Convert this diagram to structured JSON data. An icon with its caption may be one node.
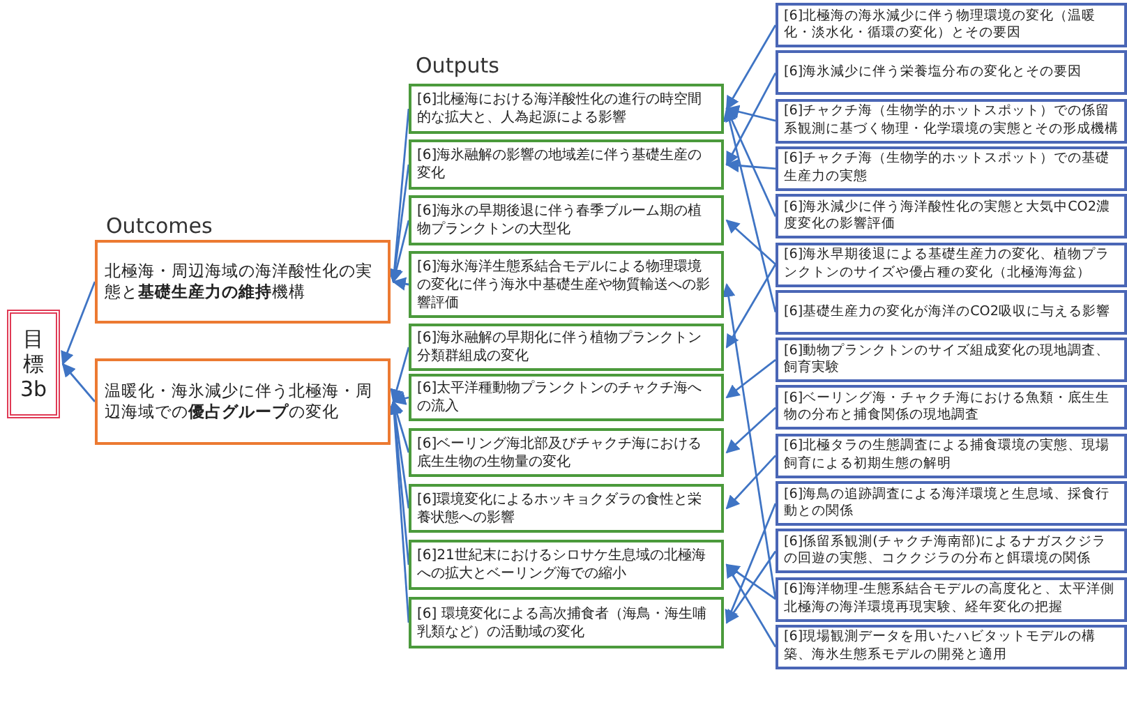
{
  "diagram": {
    "nodes": [
      {
        "text": [
          "目標3b"
        ]
      },
      {
        "text": [
          "北極海・周辺海域の海洋酸性化の実態と**基礎生産力の維持**機構"
        ]
      },
      {
        "text": [
          "温暖化・海氷減少に伴う北極海・周辺海域での**優占グループ**の変化"
        ]
      },
      {
        "text": [
          "[6]北極海における海洋酸性化の進行の時空間的な拡大と、人為起源による影響"
        ]
      },
      {
        "text": [
          "[6]海氷融解の影響の地域差に伴う基礎生産の変化"
        ]
      },
      {
        "text": [
          "[6]海氷の早期後退に伴う春季ブルーム期の植物プランクトンの大型化"
        ]
      },
      {
        "text": [
          "[6]海氷海洋生態系結合モデルによる物理環境の変化に伴う海氷中基礎生産や物質輸送への影響評価"
        ]
      },
      {
        "text": [
          "[6]海氷融解の早期化に伴う植物プランクトン分類群組成の変化"
        ]
      },
      {
        "text": [
          "[6]太平洋種動物プランクトンのチャクチ海への流入"
        ]
      },
      {
        "text": [
          "[6]ベーリング海北部及びチャクチ海における底生生物の生物量の変化"
        ]
      },
      {
        "text": [
          "[6]環境変化によるホッキョクダラの食性と栄養状態への影響"
        ]
      },
      {
        "text": [
          "[6]21世紀末におけるシロサケ生息域の北極海への拡大とベーリング海での縮小"
        ]
      },
      {
        "text": [
          "[6] 環境変化による高次捕食者（海鳥・海生哺乳類など）の活動域の変化"
        ]
      },
      {
        "text": [
          "[6]北極海の海氷減少に伴う物理環境の変化（温暖化・淡水化・循環の変化）とその要因"
        ]
      },
      {
        "text": [
          "[6]海氷減少に伴う栄養塩分布の変化とその要因"
        ]
      },
      {
        "text": [
          "[6]チャクチ海（生物学的ホットスポット）での係留系観測に基づく物理・化学環境の実態とその形成機構"
        ]
      },
      {
        "text": [
          "[6]チャクチ海（生物学的ホットスポット）での基礎生産力の実態"
        ]
      },
      {
        "text": [
          "[6]海氷減少に伴う海洋酸性化の実態と大気中CO2濃度変化の影響評価"
        ]
      },
      {
        "text": [
          "[6]海氷早期後退による基礎生産力の変化、植物プランクトンのサイズや優占種の変化（北極海海盆）"
        ]
      },
      {
        "text": [
          "[6]基礎生産力の変化が海洋のCO2吸収に与える影響"
        ]
      },
      {
        "text": [
          "[6]動物プランクトンのサイズ組成変化の現地調査、飼育実験"
        ]
      },
      {
        "text": [
          "[6]ベーリング海・チャクチ海における魚類・底生生物の分布と捕食関係の現地調査"
        ]
      },
      {
        "text": [
          "[6]北極タラの生態調査による捕食環境の実態、現場飼育による初期生態の解明"
        ]
      },
      {
        "text": [
          "[6]海鳥の追跡調査による海洋環境と生息域、採食行動との関係"
        ]
      },
      {
        "text": [
          "[6]係留系観測(チャクチ海南部)によるナガスクジラの回遊の実態、コククジラの分布と餌環境の関係"
        ]
      },
      {
        "text": [
          "[6]海洋物理-生態系結合モデルの高度化と、太平洋側北極海の海洋環境再現実験、経年変化の把握"
        ]
      },
      {
        "text": [
          "[6]現場観測データを用いたハビタットモデルの構築、海氷生態系モデルの開発と適用"
        ]
      }
    ],
    "edges": [
      {
        "from": 1,
        "to": 0,
        "arrow": "to"
      },
      {
        "from": 2,
        "to": 0,
        "arrow": "to"
      },
      {
        "from": 3,
        "to": 1,
        "arrow": "to"
      },
      {
        "from": 4,
        "to": 1,
        "arrow": "to"
      },
      {
        "from": 5,
        "to": 1,
        "arrow": "to"
      },
      {
        "from": 6,
        "to": 1,
        "arrow": "to"
      },
      {
        "from": 7,
        "to": 2,
        "arrow": "to"
      },
      {
        "from": 8,
        "to": 2,
        "arrow": "to"
      },
      {
        "from": 9,
        "to": 2,
        "arrow": "to"
      },
      {
        "from": 10,
        "to": 2,
        "arrow": "to"
      },
      {
        "from": 11,
        "to": 2,
        "arrow": "to"
      },
      {
        "from": 12,
        "to": 2,
        "arrow": "to"
      },
      {
        "from": 13,
        "to": 3,
        "arrow": "to"
      },
      {
        "from": 14,
        "to": 4,
        "arrow": "to"
      },
      {
        "from": 15,
        "to": 3,
        "arrow": "to"
      },
      {
        "from": 16,
        "to": 4,
        "arrow": "to"
      },
      {
        "from": 17,
        "to": 3,
        "arrow": "to"
      },
      {
        "from": 18,
        "to": 5,
        "arrow": "to"
      },
      {
        "from": 18,
        "to": 7,
        "arrow": "to"
      },
      {
        "from": 19,
        "to": 3,
        "arrow": "to"
      },
      {
        "from": 20,
        "to": 8,
        "arrow": "to"
      },
      {
        "from": 21,
        "to": 9,
        "arrow": "to"
      },
      {
        "from": 22,
        "to": 10,
        "arrow": "to"
      },
      {
        "from": 23,
        "to": 12,
        "arrow": "to"
      },
      {
        "from": 24,
        "to": 12,
        "arrow": "to"
      },
      {
        "from": 25,
        "to": 6,
        "arrow": "to"
      },
      {
        "from": 25,
        "to": 11,
        "arrow": "to"
      },
      {
        "from": 26,
        "to": 11,
        "arrow": "to"
      }
    ],
    "labels": [
      "Outcomes",
      "Outputs"
    ]
  }
}
